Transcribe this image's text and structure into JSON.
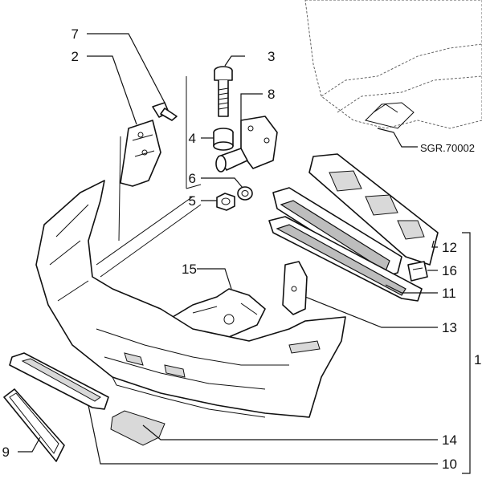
{
  "diagram": {
    "reference_code": "SGR.70002",
    "callouts": [
      {
        "id": "1",
        "label": "1"
      },
      {
        "id": "2",
        "label": "2"
      },
      {
        "id": "3",
        "label": "3"
      },
      {
        "id": "4",
        "label": "4"
      },
      {
        "id": "5",
        "label": "5"
      },
      {
        "id": "6",
        "label": "6"
      },
      {
        "id": "7",
        "label": "7"
      },
      {
        "id": "8",
        "label": "8"
      },
      {
        "id": "9",
        "label": "9"
      },
      {
        "id": "10",
        "label": "10"
      },
      {
        "id": "11",
        "label": "11"
      },
      {
        "id": "12",
        "label": "12"
      },
      {
        "id": "13",
        "label": "13"
      },
      {
        "id": "14",
        "label": "14"
      },
      {
        "id": "15",
        "label": "15"
      },
      {
        "id": "16",
        "label": "16"
      }
    ]
  }
}
